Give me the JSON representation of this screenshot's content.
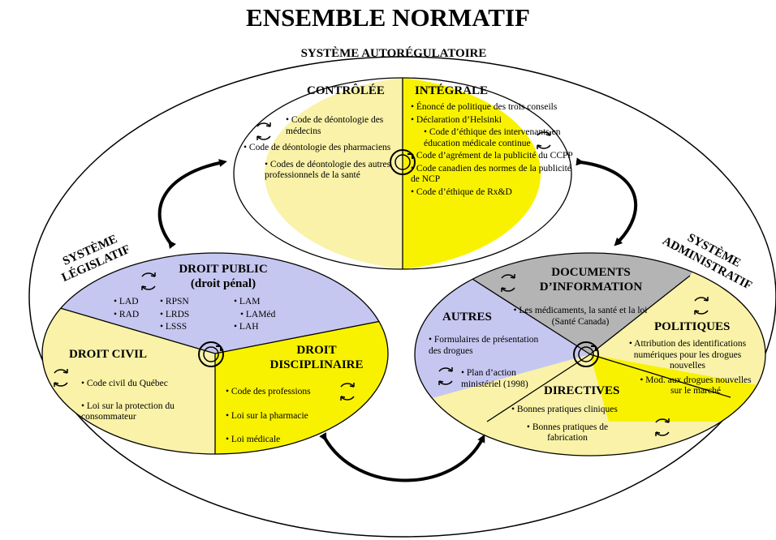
{
  "title": "ENSEMBLE NORMATIF",
  "subtitle": "SYSTÈME AUTORÉGULATOIRE",
  "colors": {
    "light_yellow": "#f9f2a8",
    "yellow": "#f8f200",
    "lavender": "#c6c7f0",
    "gray": "#b4b4b4"
  },
  "systems": {
    "legislatif": "SYSTÈME LÉGISLATIF",
    "legislatif_line1": "SYSTÈME",
    "legislatif_line2": "LÉGISLATIF",
    "administratif_line1": "SYSTÈME",
    "administratif_line2": "ADMINISTRATIF"
  },
  "top": {
    "controlee": {
      "heading": "CONTRÔLÉE",
      "items": [
        "Code de déontologie des médecins",
        "Code de déontologie des pharmaciens",
        "Codes de déontologie des autres professionnels de la santé"
      ]
    },
    "integrale": {
      "heading": "INTÉGRALE",
      "items": [
        "Énoncé de politique des trois conseils",
        "Déclaration d’Helsinki",
        "Code d’éthique des intervenants en éducation médicale continue",
        "Code d’agrément de la publicité du CCPP",
        "Code canadien des normes de la publicité de NCP",
        "Code d’éthique de Rx&D"
      ]
    }
  },
  "left": {
    "droit_public": {
      "heading_line1": "DROIT PUBLIC",
      "heading_line2": "(droit pénal)",
      "col1": [
        "LAD",
        "RAD"
      ],
      "col2": [
        "RPSN",
        "LRDS",
        "LSSS"
      ],
      "col3": [
        "LAM",
        "LAMéd",
        "LAH"
      ]
    },
    "droit_civil": {
      "heading": "DROIT CIVIL",
      "items": [
        "Code civil du Québec",
        "Loi sur la protection du consommateur"
      ]
    },
    "droit_disciplinaire": {
      "heading_line1": "DROIT",
      "heading_line2": "DISCIPLINAIRE",
      "items": [
        "Code des professions",
        "Loi sur la pharmacie",
        "Loi médicale"
      ]
    }
  },
  "right": {
    "documents": {
      "heading_line1": "DOCUMENTS",
      "heading_line2": "D’INFORMATION",
      "items": [
        "Les médicaments, la santé et la loi (Santé Canada)"
      ]
    },
    "autres": {
      "heading": "AUTRES",
      "items": [
        "Formulaires de présentation des drogues",
        "Plan d’action ministériel (1998)"
      ]
    },
    "politiques": {
      "heading": "POLITIQUES",
      "items": [
        "Attribution des identifications numériques pour les drogues nouvelles",
        "Mod. aux drogues nouvelles sur le marché"
      ]
    },
    "directives": {
      "heading": "DIRECTIVES",
      "items": [
        "Bonnes pratiques cliniques",
        "Bonnes pratiques de fabrication"
      ]
    }
  }
}
